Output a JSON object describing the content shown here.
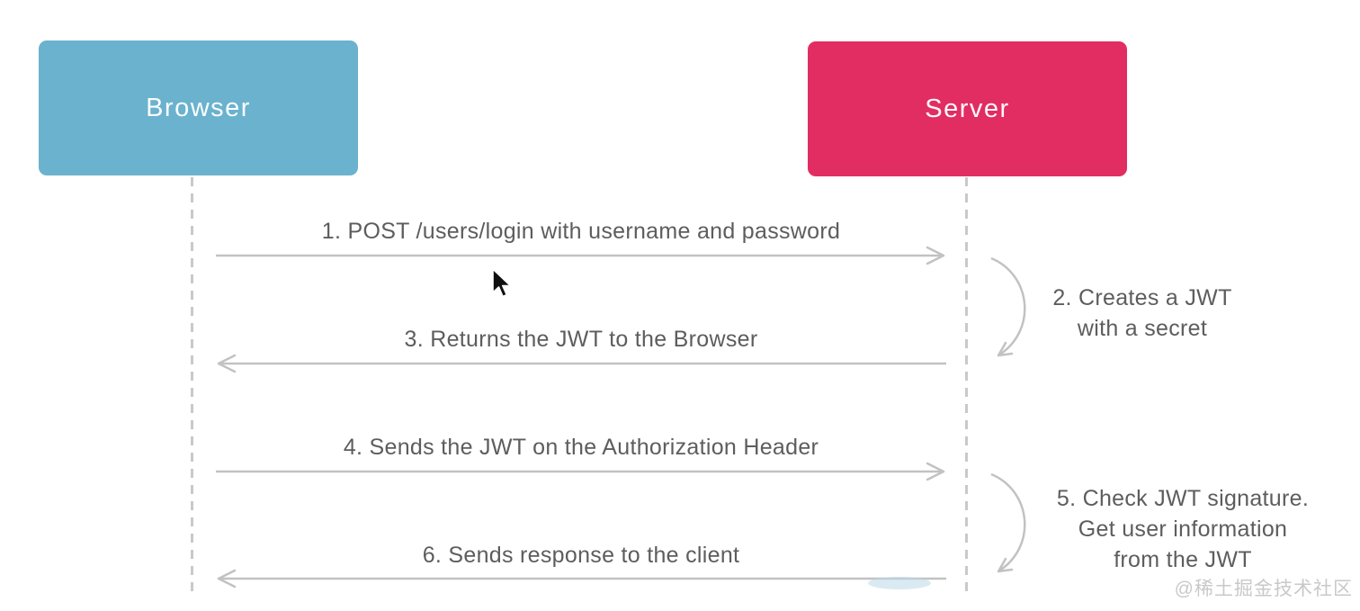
{
  "colors": {
    "browser_blue": "#6ab2ce",
    "server_pink": "#e22d62",
    "arrow_gray": "#c2c2c2",
    "dash_gray": "#c9c9c9",
    "text_gray": "#5d5d5d",
    "watermark_gray": "#c9c9c9",
    "smudge_blue": "#bcd9e8"
  },
  "diagram": {
    "actors": [
      {
        "label": "Browser"
      },
      {
        "label": "Server"
      }
    ],
    "messages": [
      {
        "label": "1. POST /users/login with username and password",
        "direction": "right"
      },
      {
        "label": "3. Returns the JWT to the Browser",
        "direction": "left"
      },
      {
        "label": "4. Sends the JWT on the Authorization Header",
        "direction": "right"
      },
      {
        "label": "6. Sends response to the client",
        "direction": "left"
      }
    ],
    "server_actions": [
      {
        "lines": [
          "2. Creates a JWT",
          "with a secret"
        ]
      },
      {
        "lines": [
          "5. Check JWT signature.",
          "Get user information",
          "from the JWT"
        ]
      }
    ]
  },
  "icons": {
    "cursor": "mouse-pointer-icon"
  },
  "watermark": {
    "text": "@稀土掘金技术社区"
  }
}
